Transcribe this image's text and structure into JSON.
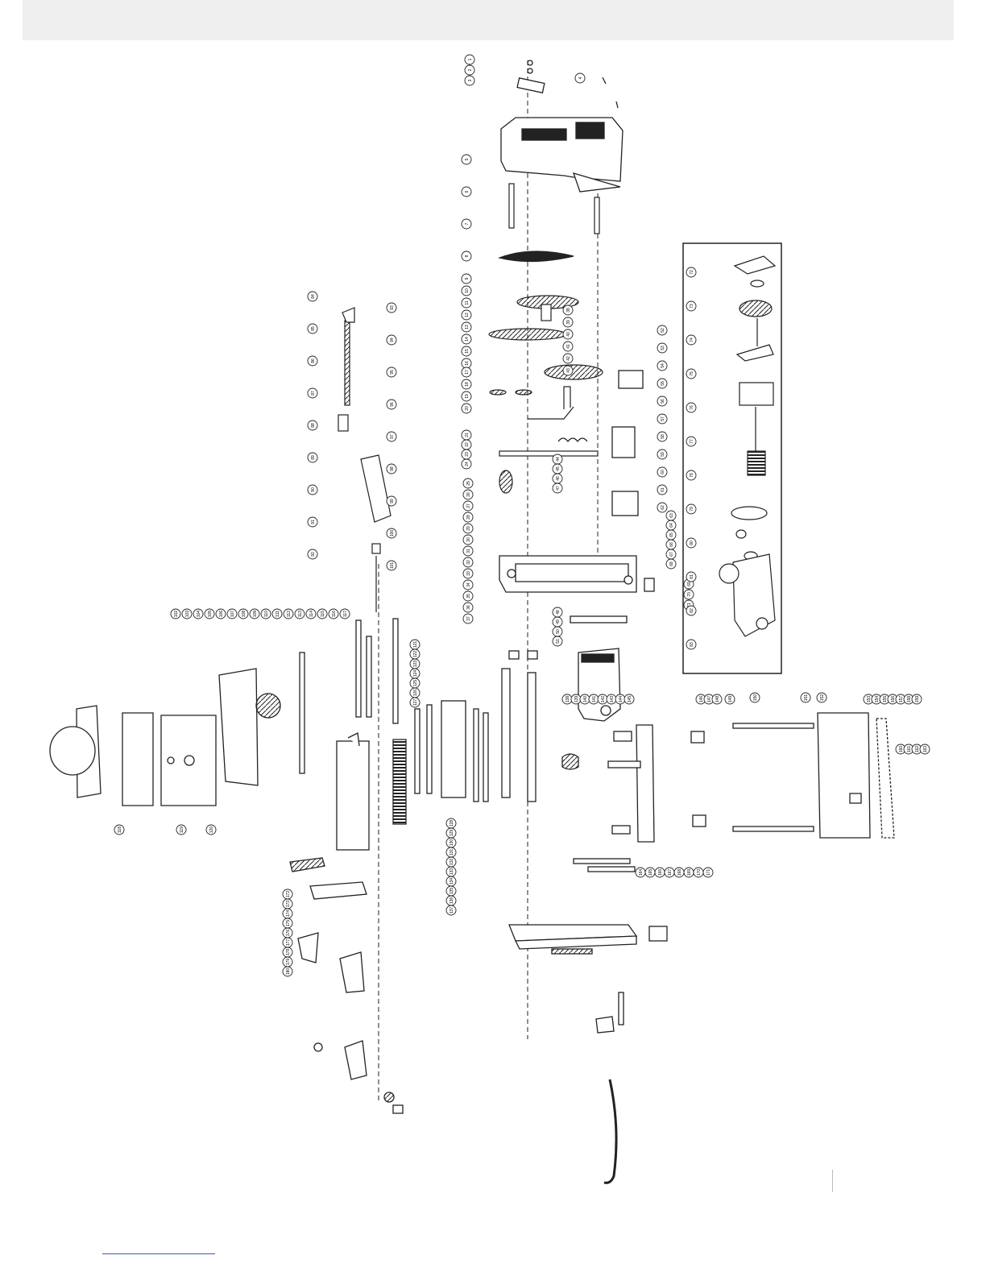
{
  "header": {
    "background": "#efefef"
  },
  "diagram": {
    "stroke": "#222222",
    "callouts": [
      "1",
      "2",
      "3",
      "4",
      "5",
      "6",
      "7",
      "8",
      "9",
      "10",
      "11",
      "12",
      "13",
      "14",
      "15",
      "16",
      "17",
      "18",
      "19",
      "20",
      "21",
      "22",
      "23",
      "24",
      "25",
      "26",
      "27",
      "28",
      "29",
      "30",
      "31",
      "32",
      "33",
      "34",
      "35",
      "36",
      "37",
      "38",
      "39",
      "40",
      "41",
      "42",
      "43",
      "44",
      "45",
      "46",
      "47",
      "48",
      "49",
      "50",
      "51",
      "52",
      "53",
      "54",
      "55",
      "56",
      "57",
      "58",
      "59",
      "60",
      "61",
      "62",
      "63",
      "64",
      "65",
      "66",
      "67",
      "68",
      "69",
      "70",
      "71",
      "72",
      "73",
      "74",
      "75",
      "76",
      "77",
      "78",
      "79",
      "80",
      "81",
      "82",
      "83",
      "84",
      "85",
      "86",
      "87",
      "88",
      "89",
      "90",
      "91",
      "92",
      "93",
      "94",
      "95",
      "96",
      "97",
      "98",
      "99",
      "100",
      "101",
      "102",
      "103",
      "104",
      "105",
      "106",
      "107",
      "108",
      "109",
      "110",
      "111",
      "112",
      "113",
      "114",
      "115",
      "116",
      "117",
      "118",
      "119",
      "120",
      "121",
      "122",
      "123",
      "124",
      "125",
      "126",
      "127",
      "128",
      "129",
      "130",
      "131",
      "132",
      "133",
      "134",
      "135",
      "136",
      "137",
      "138",
      "139",
      "140",
      "141",
      "142",
      "143",
      "144",
      "145",
      "146",
      "147",
      "148",
      "149",
      "150",
      "151",
      "152",
      "153",
      "154",
      "155",
      "156",
      "157",
      "158",
      "159",
      "160",
      "161",
      "162",
      "163",
      "164",
      "165",
      "166",
      "167",
      "168",
      "169",
      "170",
      "171",
      "172",
      "173",
      "174",
      "175",
      "176",
      "177",
      "178",
      "179",
      "180"
    ]
  },
  "inset": {
    "border_color": "#222222"
  },
  "footer": {
    "link_color": "#3a55b8"
  }
}
